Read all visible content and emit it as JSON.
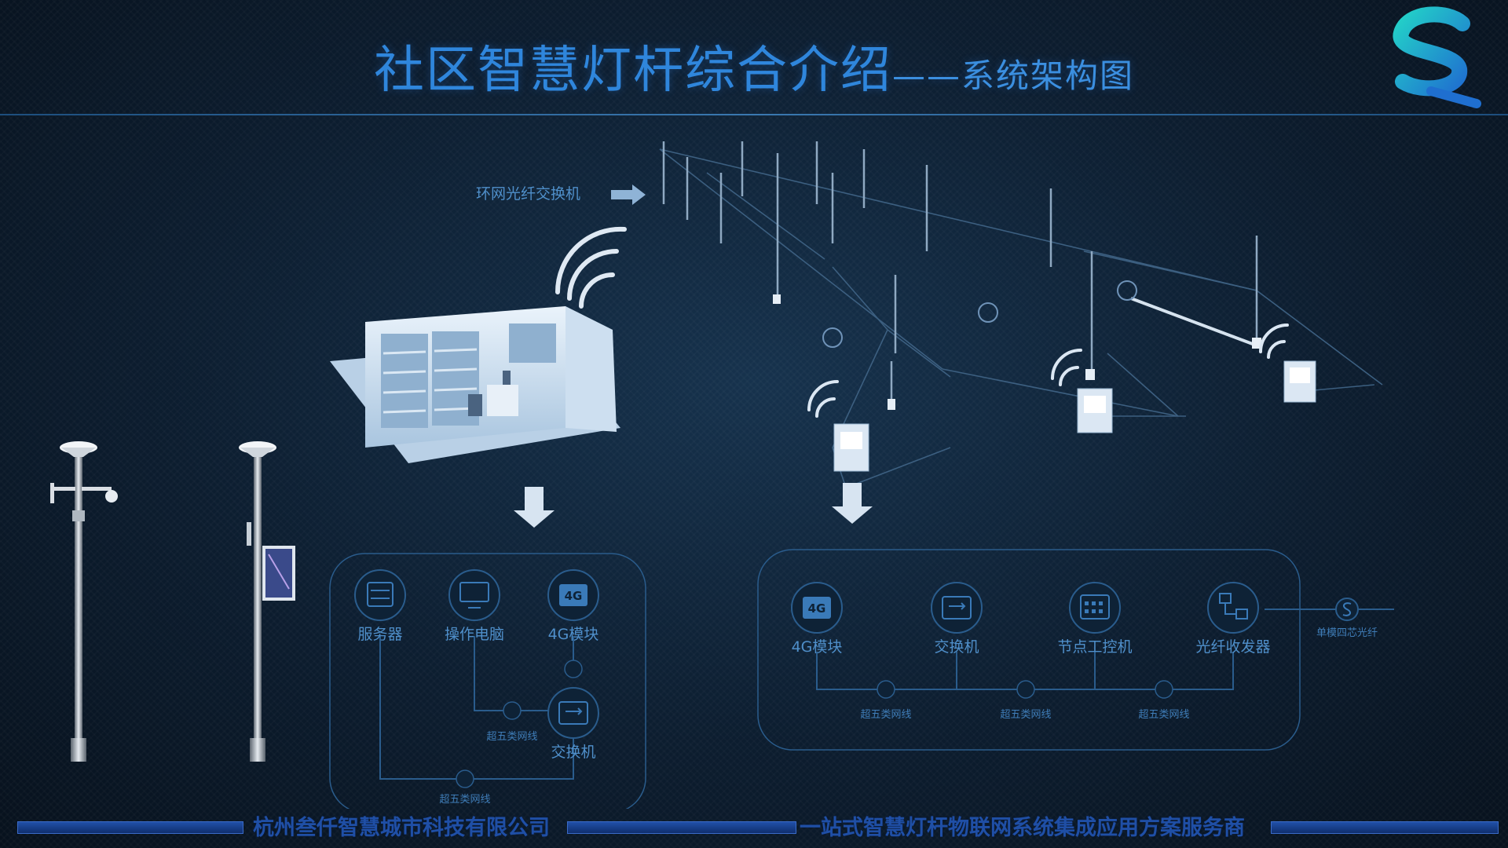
{
  "title": {
    "main": "社区智慧灯杆综合介绍",
    "sub": "——系统架构图"
  },
  "diagram": {
    "ring_switch_label": "环网光纤交换机",
    "left_box": {
      "nodes": [
        "服务器",
        "操作电脑",
        "4G模块",
        "交换机"
      ],
      "cable_labels": [
        "超五类网线",
        "超五类网线"
      ]
    },
    "right_box": {
      "nodes": [
        "4G模块",
        "交换机",
        "节点工控机",
        "光纤收发器"
      ],
      "cable_labels": [
        "超五类网线",
        "超五类网线",
        "超五类网线"
      ],
      "fiber_label": "单模四芯光纤"
    },
    "icon_text": {
      "fourg": "4G"
    }
  },
  "footer": {
    "company": "杭州叁仟智慧城市科技有限公司",
    "slogan": "一站式智慧灯杆物联网系统集成应用方案服务商"
  },
  "colors": {
    "accent": "#2f86dc",
    "line": "#2a5c8c",
    "footer_bar": "#2150a8"
  }
}
